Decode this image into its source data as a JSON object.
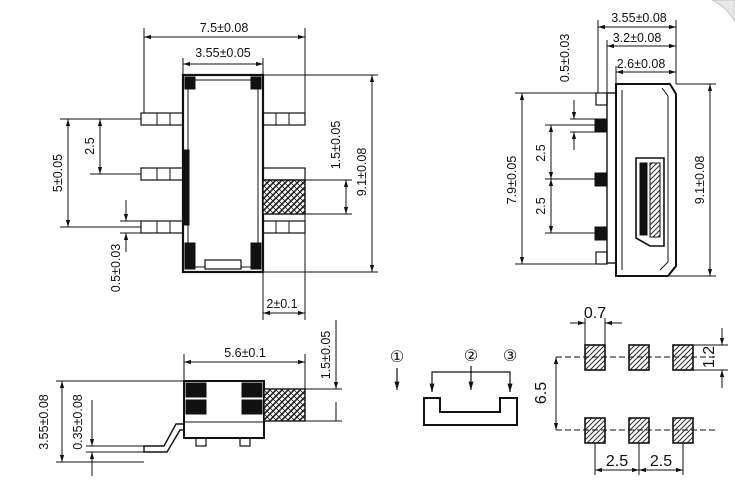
{
  "top_view": {
    "width": "7.5±0.08",
    "inner_width": "3.55±0.05",
    "pitch": "2.5",
    "span": "5±0.05",
    "pin_width": "0.5±0.03",
    "lever_len": "1.5±0.05",
    "height": "9.1±0.08",
    "lever_offset": "2±0.1"
  },
  "side_view": {
    "width": "3.55±0.08",
    "body_width": "3.2±0.08",
    "inner_width": "2.6±0.08",
    "pin_width": "0.5±0.03",
    "length": "7.9±0.05",
    "pitch_top": "2.5",
    "pitch_bottom": "2.5",
    "height": "9.1±0.08"
  },
  "front_view": {
    "width": "5.6±0.1",
    "lever_height": "1.5±0.05",
    "height": "3.55±0.08",
    "base_height": "0.35±0.08"
  },
  "schematic": {
    "pin1": "①",
    "pin2": "②",
    "pin3": "③"
  },
  "pcb_layout": {
    "pad_width": "0.7",
    "pad_height": "1.2",
    "row_spacing": "6.5",
    "pitch_left": "2.5",
    "pitch_right": "2.5"
  }
}
